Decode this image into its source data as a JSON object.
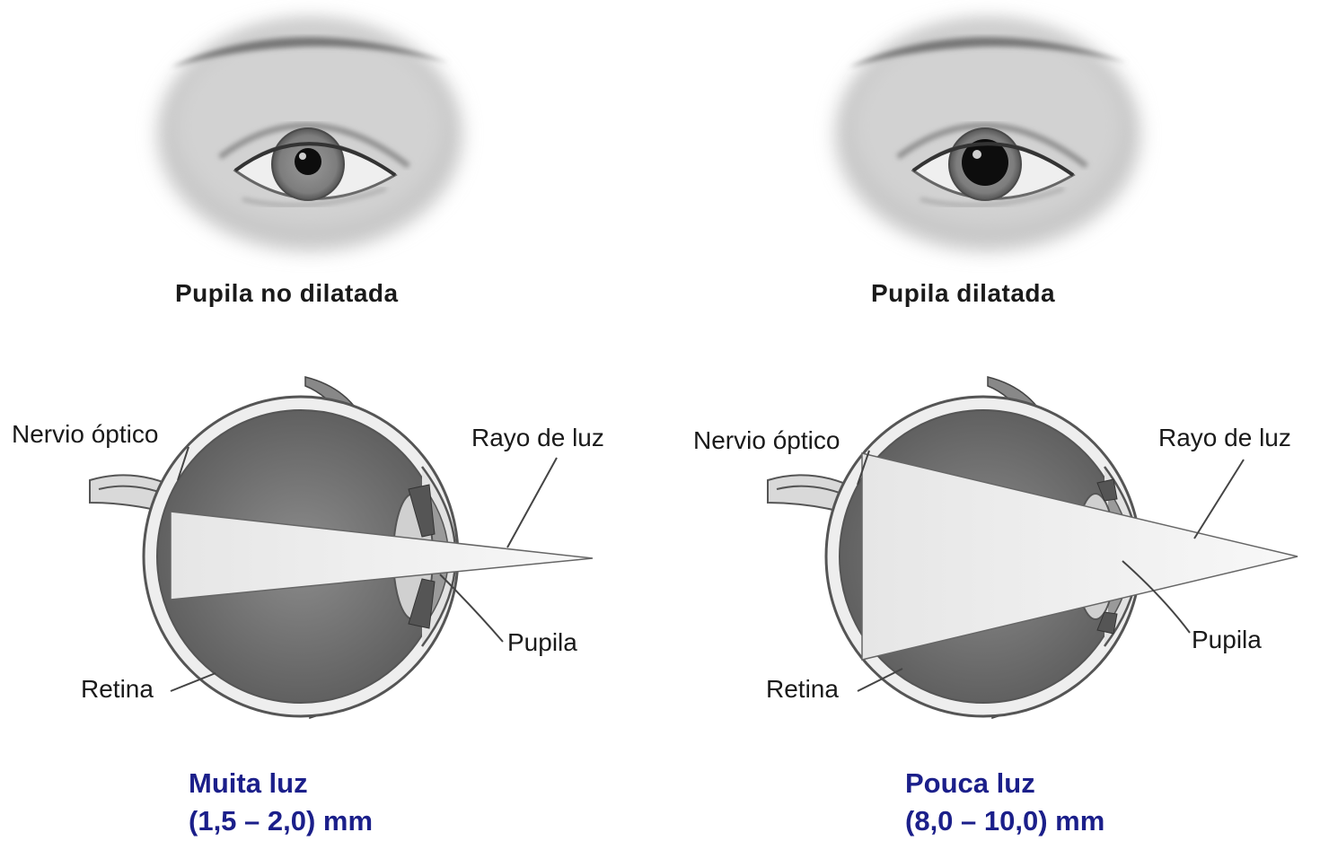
{
  "panels": [
    {
      "eye_caption": "Pupila no dilatada",
      "labels": {
        "optic_nerve": "Nervio óptico",
        "light_ray": "Rayo de luz",
        "pupil": "Pupila",
        "retina": "Retina"
      },
      "condition": "Muita luz",
      "range": "(1,5 – 2,0) mm",
      "pupil_state": "constricted"
    },
    {
      "eye_caption": "Pupila dilatada",
      "labels": {
        "optic_nerve": "Nervio óptico",
        "light_ray": "Rayo de luz",
        "pupil": "Pupila",
        "retina": "Retina"
      },
      "condition": "Pouca luz",
      "range": "(8,0 – 10,0) mm",
      "pupil_state": "dilated"
    }
  ],
  "colors": {
    "caption_text": "#1a1a1a",
    "condition_text": "#1b1f8a",
    "eye_shading": "#6e6e6e",
    "light_cone": "#f2f2f2"
  },
  "icons": {
    "eye_front": "eye-front-icon",
    "eye_cross_section": "eye-cross-section-icon"
  }
}
